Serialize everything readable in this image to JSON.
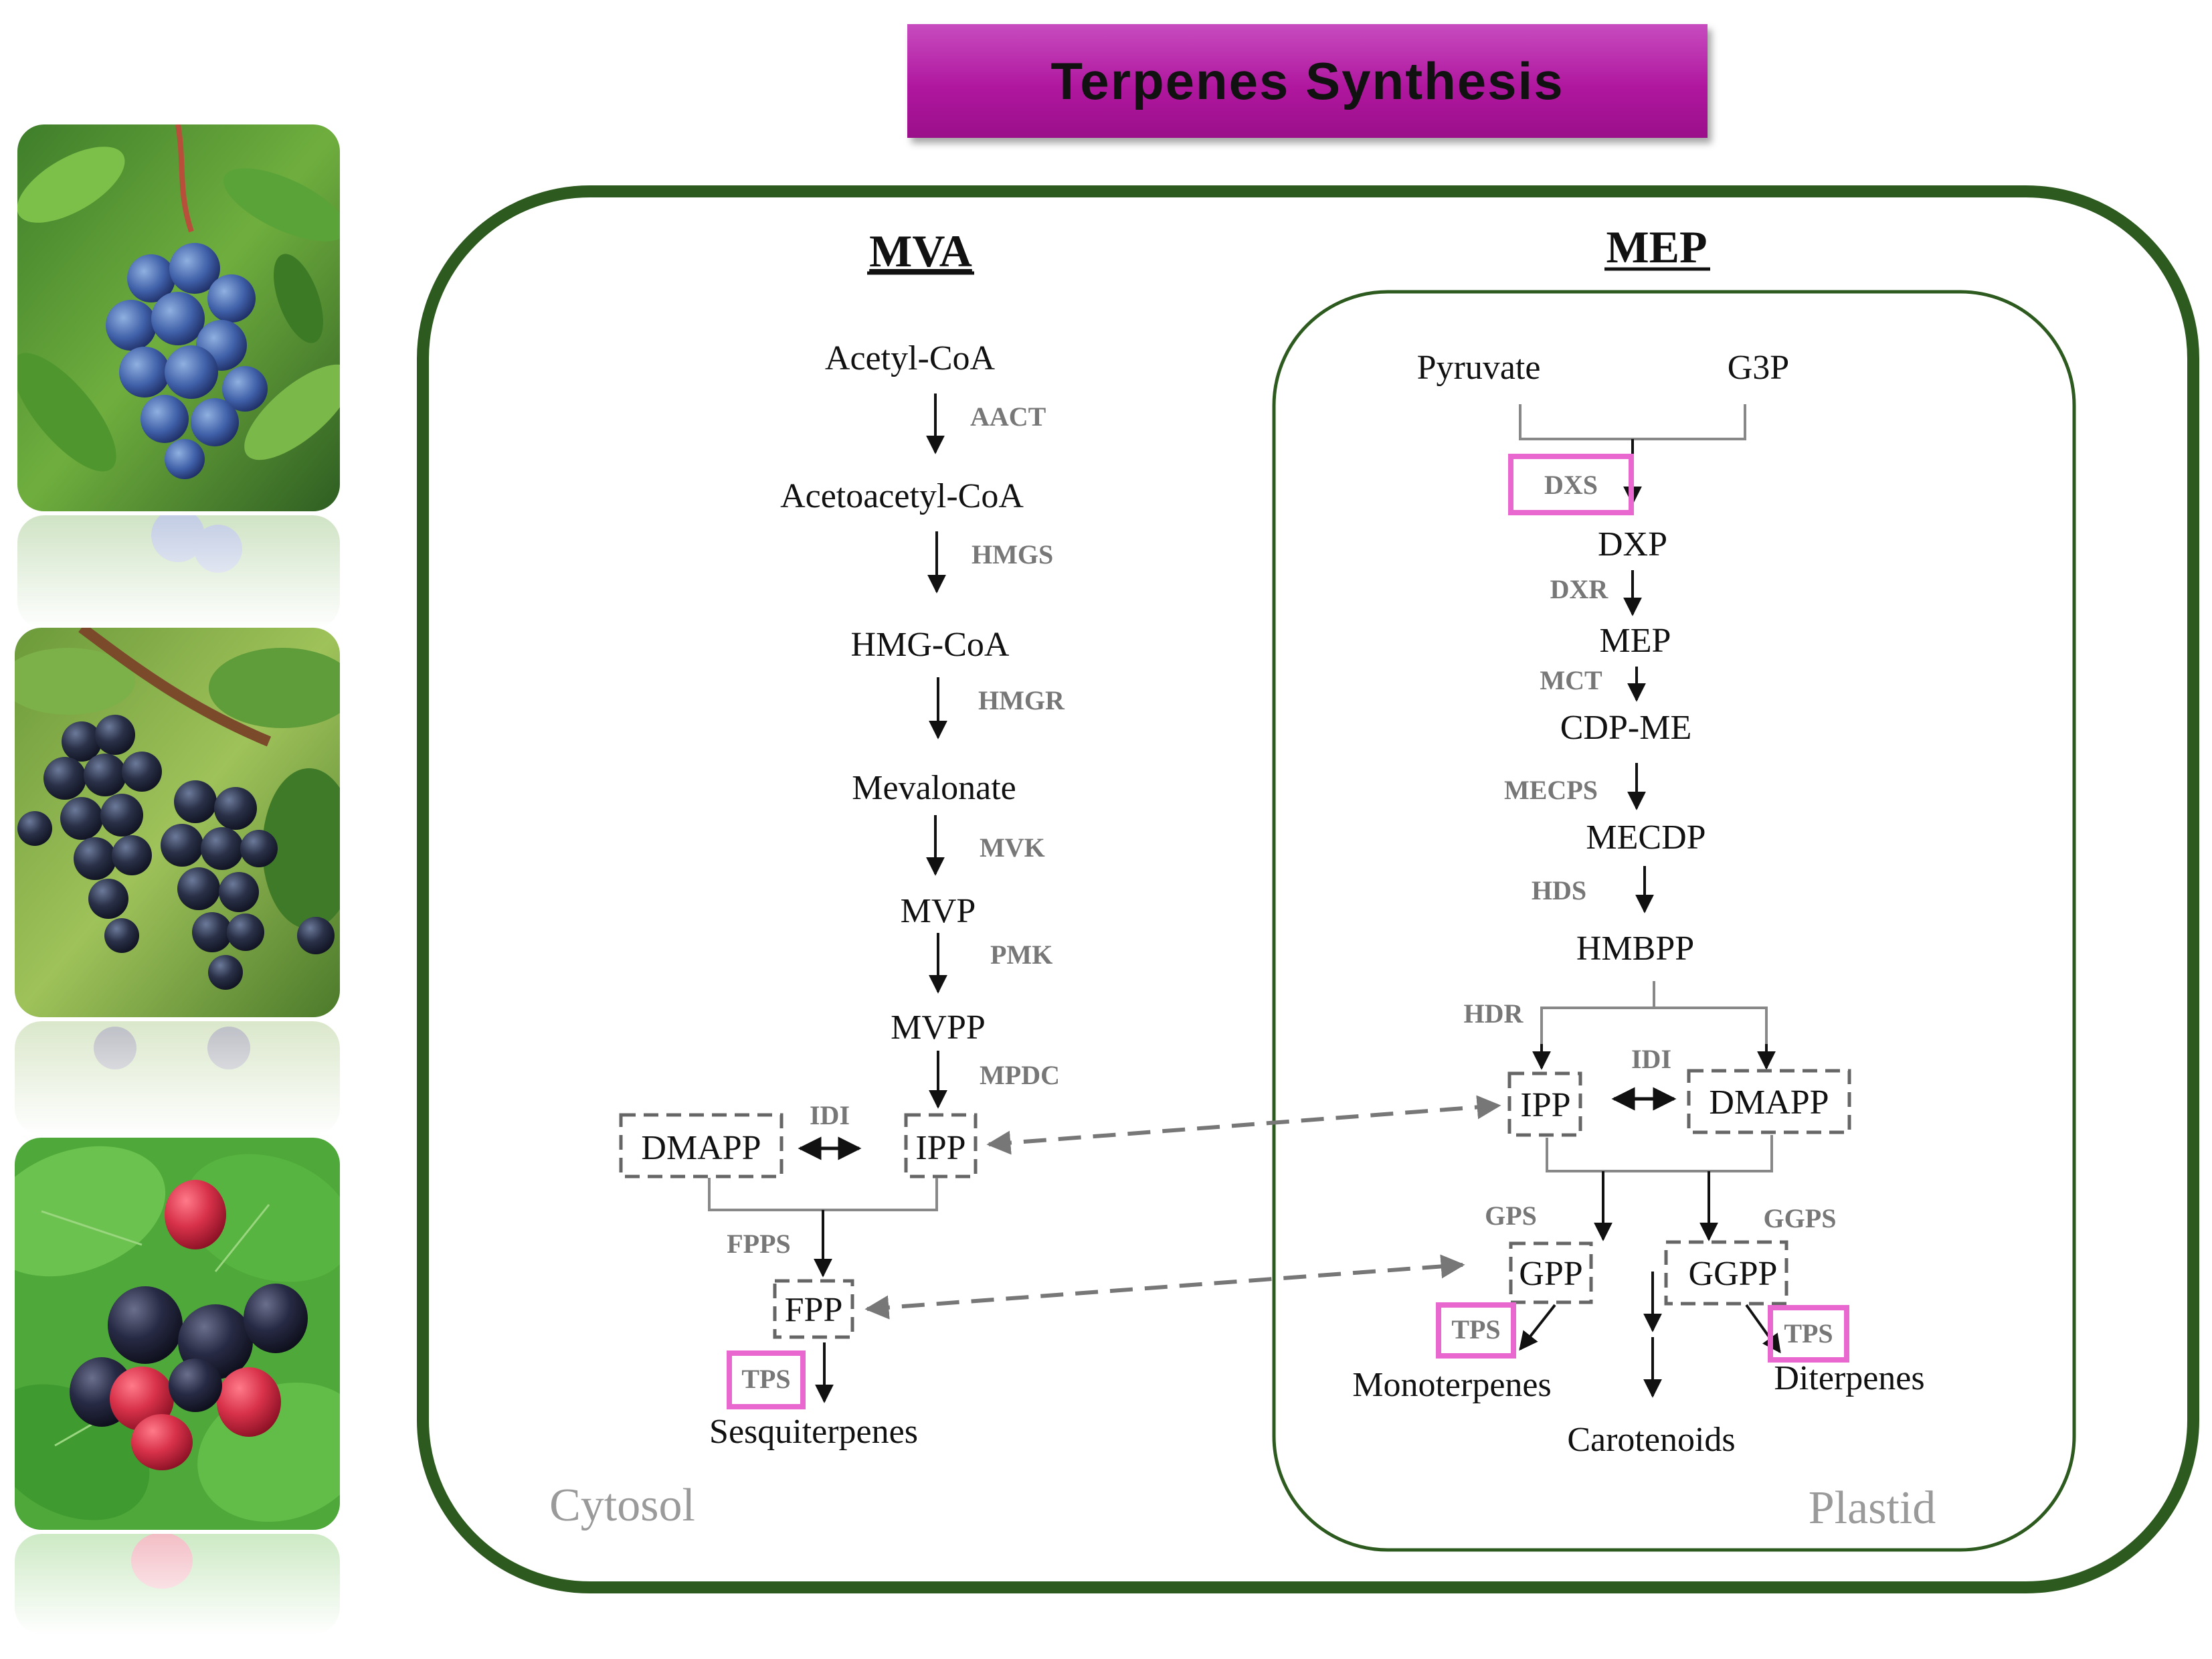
{
  "title": "Terpenes Synthesis",
  "colors": {
    "banner": "#b0179f",
    "outer_border": "#2d5a1e",
    "inner_border": "#2d5a1e",
    "tps_highlight": "#e868d0",
    "enzyme_text": "#777777",
    "compartment_text": "#9a9a9a"
  },
  "photos": [
    {
      "name": "blueberries",
      "icon": "blueberry-photo"
    },
    {
      "name": "grapes",
      "icon": "grape-photo"
    },
    {
      "name": "blackberries",
      "icon": "blackberry-photo"
    }
  ],
  "mva": {
    "heading": "MVA",
    "metabolites": [
      "Acetyl-CoA",
      "Acetoacetyl-CoA",
      "HMG-CoA",
      "Mevalonate",
      "MVP",
      "MVPP"
    ],
    "enzymes": [
      "AACT",
      "HMGS",
      "HMGR",
      "MVK",
      "PMK",
      "MPDC"
    ],
    "dmapp": "DMAPP",
    "ipp": "IPP",
    "idi": "IDI",
    "fpps": "FPPS",
    "fpp": "FPP",
    "tps": "TPS",
    "product": "Sesquiterpenes",
    "compartment": "Cytosol"
  },
  "mep": {
    "heading": "MEP",
    "pyruvate": "Pyruvate",
    "g3p": "G3P",
    "dxs": "DXS",
    "dxp": "DXP",
    "dxr": "DXR",
    "mep": "MEP",
    "mct": "MCT",
    "cdpme": "CDP-ME",
    "mecps": "MECPS",
    "mecdp": "MECDP",
    "hds": "HDS",
    "hmbpp": "HMBPP",
    "hdr": "HDR",
    "ipp": "IPP",
    "idi": "IDI",
    "dmapp": "DMAPP",
    "gps": "GPS",
    "ggps": "GGPS",
    "gpp": "GPP",
    "ggpp": "GGPP",
    "tps_mono": "TPS",
    "tps_di": "TPS",
    "monoterpenes": "Monoterpenes",
    "carotenoids": "Carotenoids",
    "diterpenes": "Diterpenes",
    "compartment": "Plastid"
  }
}
